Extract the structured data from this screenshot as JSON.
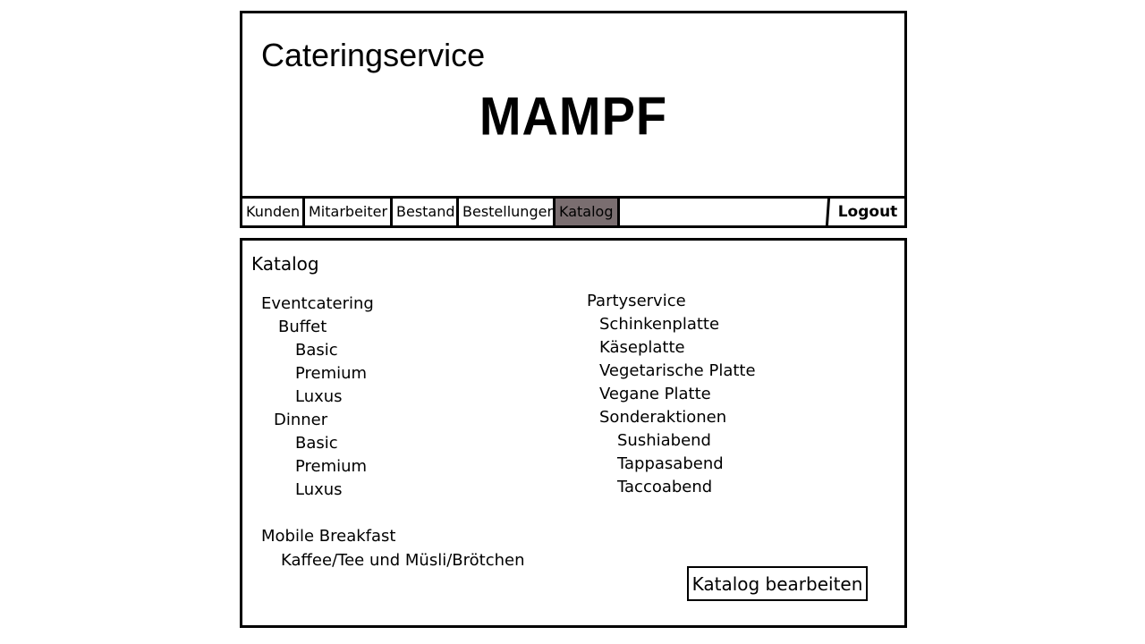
{
  "header": {
    "service_title": "Cateringservice",
    "brand": "MAMPF"
  },
  "nav": {
    "tabs": [
      "Kunden",
      "Mitarbeiter",
      "Bestand",
      "Bestellungen",
      "Katalog"
    ],
    "active_tab": "Katalog",
    "logout_label": "Logout"
  },
  "catalog": {
    "title": "Katalog",
    "left_column": [
      "Eventcatering",
      "Buffet",
      "Basic",
      "Premium",
      "Luxus",
      "Dinner",
      "Basic",
      "Premium",
      "Luxus",
      "Mobile Breakfast",
      "Kaffee/Tee und Müsli/Brötchen"
    ],
    "right_column": [
      "Partyservice",
      "Schinkenplatte",
      "Käseplatte",
      "Vegetarische Platte",
      "Vegane Platte",
      "Sonderaktionen",
      "Sushiabend",
      "Tappasabend",
      "Taccoabend"
    ],
    "edit_button": "Katalog bearbeiten"
  },
  "colors": {
    "active_tab_bg": "#7a6e70",
    "border": "#000000"
  }
}
